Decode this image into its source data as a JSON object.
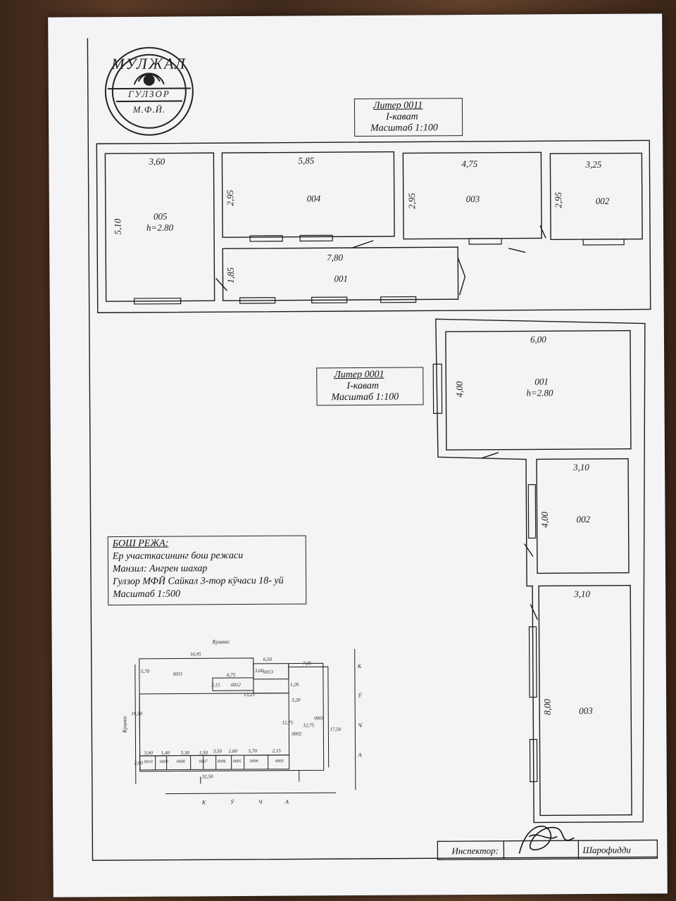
{
  "logo": {
    "top_text": "МУЛЖАЛ",
    "middle_text": "ГУЛЗОР",
    "bottom_text": "М.Ф.Й."
  },
  "liter_0011": {
    "title": "Литер 0011",
    "floor": "I-кават",
    "scale": "Масштаб 1:100"
  },
  "liter_0001": {
    "title": "Литер 0001",
    "floor": "I-кават",
    "scale": "Масштаб 1:100"
  },
  "plan_0011": {
    "rooms": [
      {
        "id": "005",
        "width": "3,60",
        "length": "5,10",
        "height": "h=2.80"
      },
      {
        "id": "004",
        "width": "5,85",
        "length": "2,95"
      },
      {
        "id": "003",
        "width": "4,75",
        "length": "2,95"
      },
      {
        "id": "002",
        "width": "3,25",
        "length": "2,95"
      },
      {
        "id": "001",
        "width": "7,80",
        "length": "1,85"
      }
    ]
  },
  "plan_0001": {
    "rooms": [
      {
        "id": "001",
        "width": "6,00",
        "length": "4,00",
        "height": "h=2.80"
      },
      {
        "id": "002",
        "width": "3,10",
        "length": "4,00"
      },
      {
        "id": "003",
        "width": "3,10",
        "length": "8,00"
      }
    ]
  },
  "info": {
    "heading": "БОШ РЕЖА:",
    "line1": "Ер участкасининг бош режаси",
    "line2": "Манзил: Ангрен шахар",
    "line3": "Гулзор  МФЙ Сайкал 3-тор кўчаси 18- уй",
    "line4": "Масштаб 1:500"
  },
  "site_plan": {
    "neighbor_top": "Кушни:",
    "neighbor_left": "Кушни:",
    "street_right": [
      "К",
      "Ў",
      "Ч",
      "А"
    ],
    "street_bottom": [
      "К",
      "Ў",
      "Ч",
      "А"
    ],
    "labels": {
      "w_total_top": "16,95",
      "w_0013": "6,50",
      "w_0001": "7,05",
      "h_left": "5,70",
      "id_0011": "0011",
      "w_0012": "6,75",
      "h_0013": "3,60",
      "id_0013": "0013",
      "h_0012": "2,15",
      "id_0012": "0012",
      "h_1": "1,26",
      "w_main": "13,25",
      "h_2": "3,20",
      "h_total": "19,50",
      "h_0002": "12,75",
      "id_0002": "0002",
      "h_0001a": "12,75",
      "id_0001": "0001",
      "h_0001b": "17,50",
      "b_1": "3,90",
      "b_2": "1,40",
      "b_3": "5,30",
      "b_4": "1,50",
      "b_5": "3,50",
      "b_6": "2,00",
      "b_7": "5,70",
      "b_8": "2,15",
      "h_b": "2,60",
      "id_0010": "0010",
      "id_0009": "0009",
      "id_0008": "0008",
      "id_0007": "0007",
      "id_0006": "0006",
      "id_0005": "0005",
      "id_0004": "0004",
      "id_0003": "0003",
      "b_total": "32,50"
    }
  },
  "footer": {
    "inspector": "Инспектор:",
    "name": "Шарофидди"
  }
}
